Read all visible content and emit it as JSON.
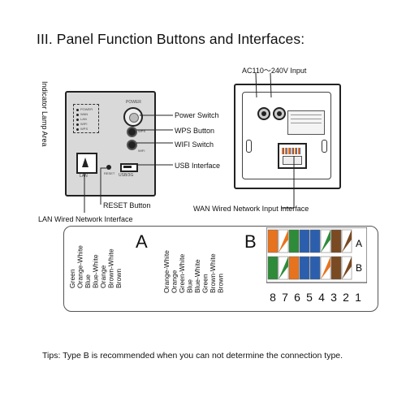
{
  "title": "III. Panel Function Buttons and Interfaces:",
  "labels": {
    "indicator_lamp_area": "Indicator Lamp Area",
    "power_switch": "Power Switch",
    "wps_button": "WPS Button",
    "wifi_switch": "WIFI Switch",
    "usb_interface": "USB Interface",
    "reset_button": "RESET Button",
    "lan_interface": "LAN Wired Network Interface",
    "ac_input": "AC110～240V Input",
    "wan_interface": "WAN Wired Network Input Interface"
  },
  "panel_marks": {
    "power": "POWER",
    "lan": "LAN",
    "usb": "USB/3G",
    "reset": "RESET",
    "wps": "WPS",
    "wifi": "WIFI",
    "leds": [
      "POWER",
      "WAN",
      "LAN",
      "WIFI",
      "WPS"
    ]
  },
  "wiring": {
    "type_a_letter": "A",
    "type_b_letter": "B",
    "type_a_colors": [
      "Green",
      "Orange-White",
      "Blue",
      "Blue-White",
      "Orange",
      "Brown-White",
      "Brown"
    ],
    "type_b_colors": [
      "Orange-White",
      "Orange",
      "Green-White",
      "Blue",
      "Blue-White",
      "Green",
      "Brown-White",
      "Brown"
    ],
    "connector_a_mark": "A",
    "connector_b_mark": "B",
    "pins": [
      "8",
      "7",
      "6",
      "5",
      "4",
      "3",
      "2",
      "1"
    ]
  },
  "tips": "Tips: Type B is recommended when you can not determine the connection type.",
  "colors": {
    "orange": "#e8731e",
    "green": "#2e8b3a",
    "blue": "#2b5fae",
    "brown": "#7a4a22"
  }
}
